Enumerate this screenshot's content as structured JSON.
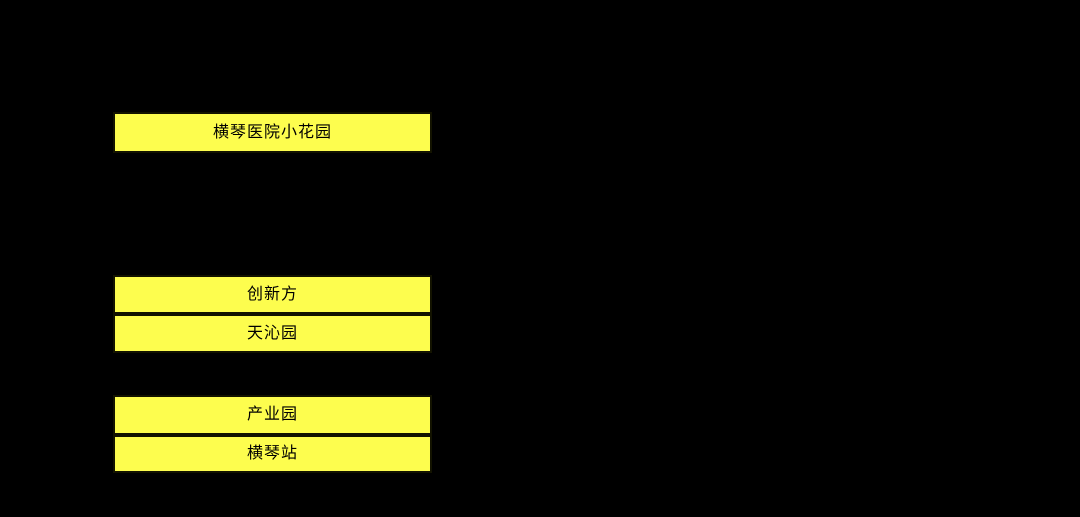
{
  "page": {
    "background_color": "#000000",
    "highlight_color": "#fdfd4e",
    "border_color": "#131300",
    "text_color": "#000000",
    "highlighted_cells": [
      {
        "id": "hengqin-hospital-garden",
        "label": "横琴医院小花园"
      },
      {
        "id": "chuangxinfang",
        "label": "创新方"
      },
      {
        "id": "tianqinyuan",
        "label": "天沁园"
      },
      {
        "id": "chanyeyuan",
        "label": "产业园"
      },
      {
        "id": "hengqin-station",
        "label": "横琴站"
      }
    ]
  }
}
